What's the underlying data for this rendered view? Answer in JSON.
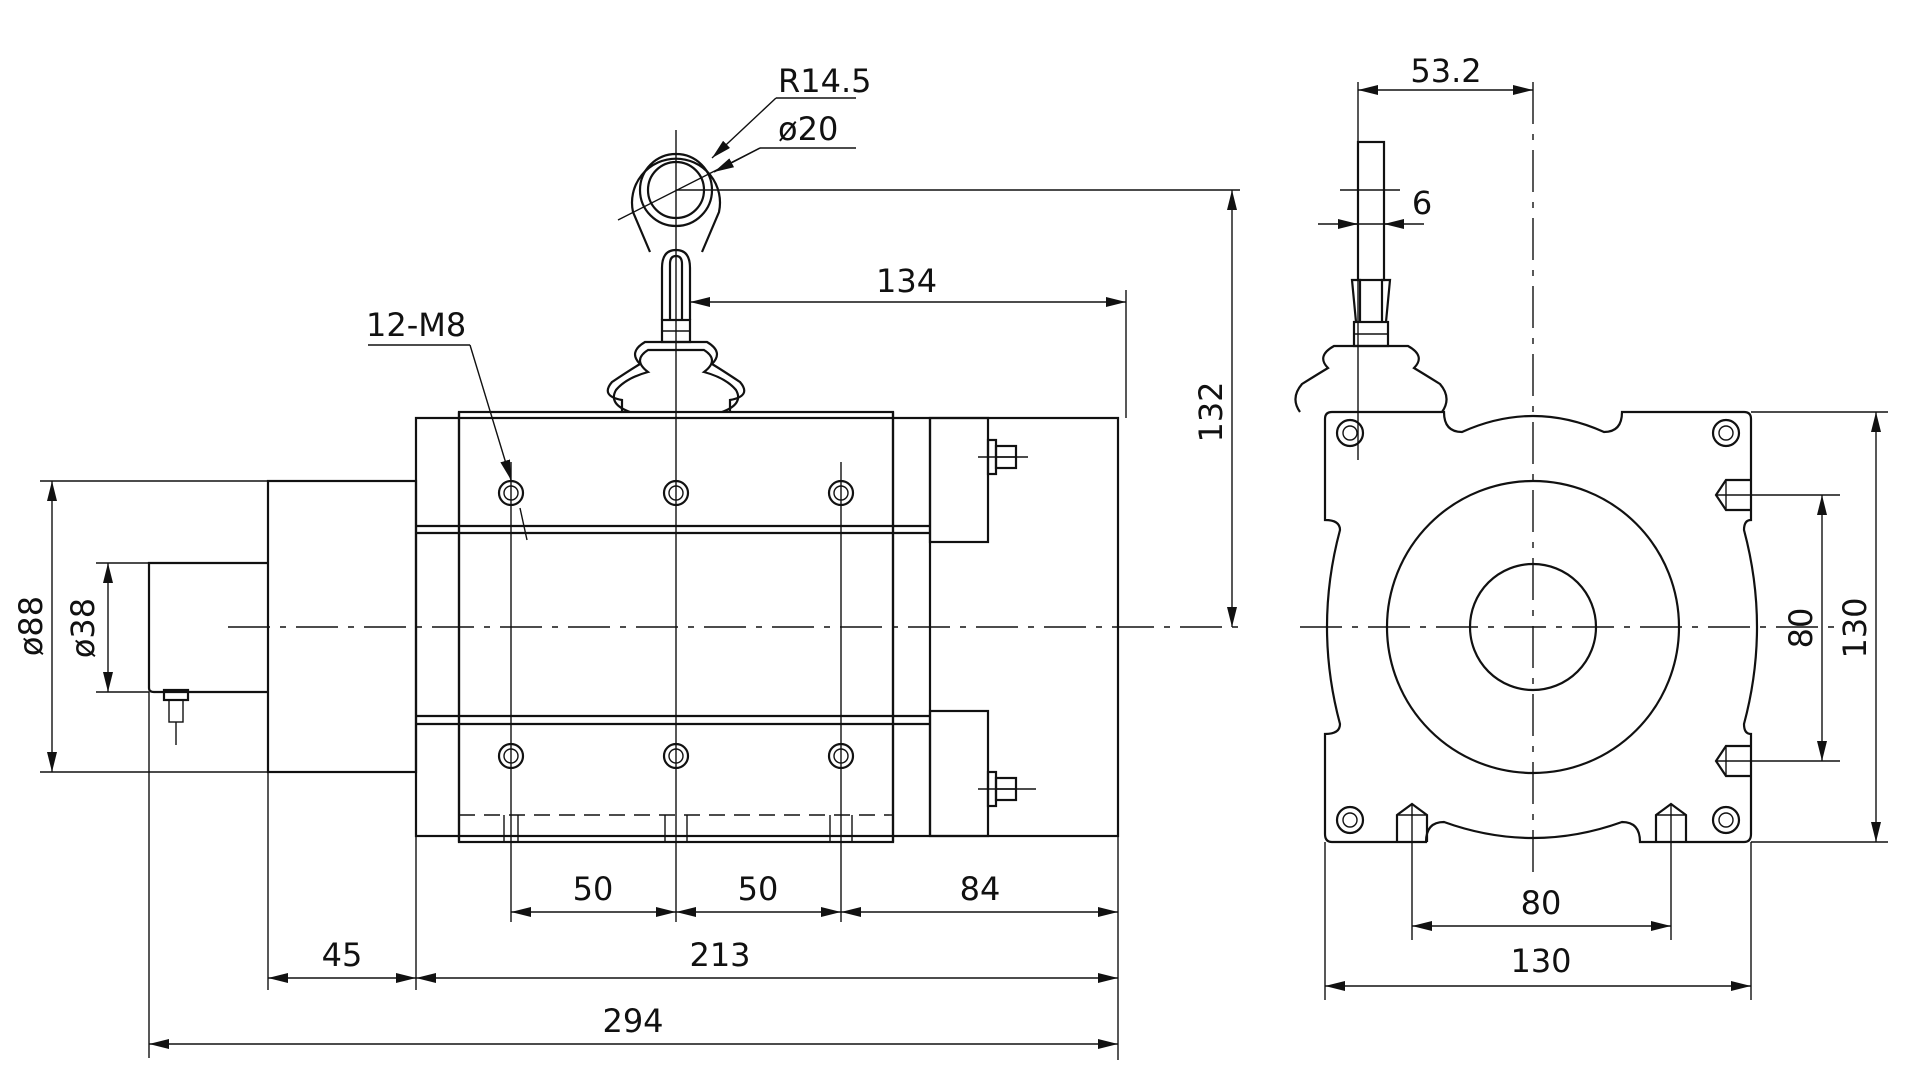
{
  "dimensions": {
    "r14_5": "R14.5",
    "d20": "ø20",
    "m8": "12-M8",
    "d134": "134",
    "d132": "132",
    "d88": "ø88",
    "d38": "ø38",
    "d50a": "50",
    "d50b": "50",
    "d84": "84",
    "d45": "45",
    "d213": "213",
    "d294": "294",
    "d53_2": "53.2",
    "d6": "6",
    "d80v": "80",
    "d130v": "130",
    "d80h": "80",
    "d130h": "130"
  }
}
